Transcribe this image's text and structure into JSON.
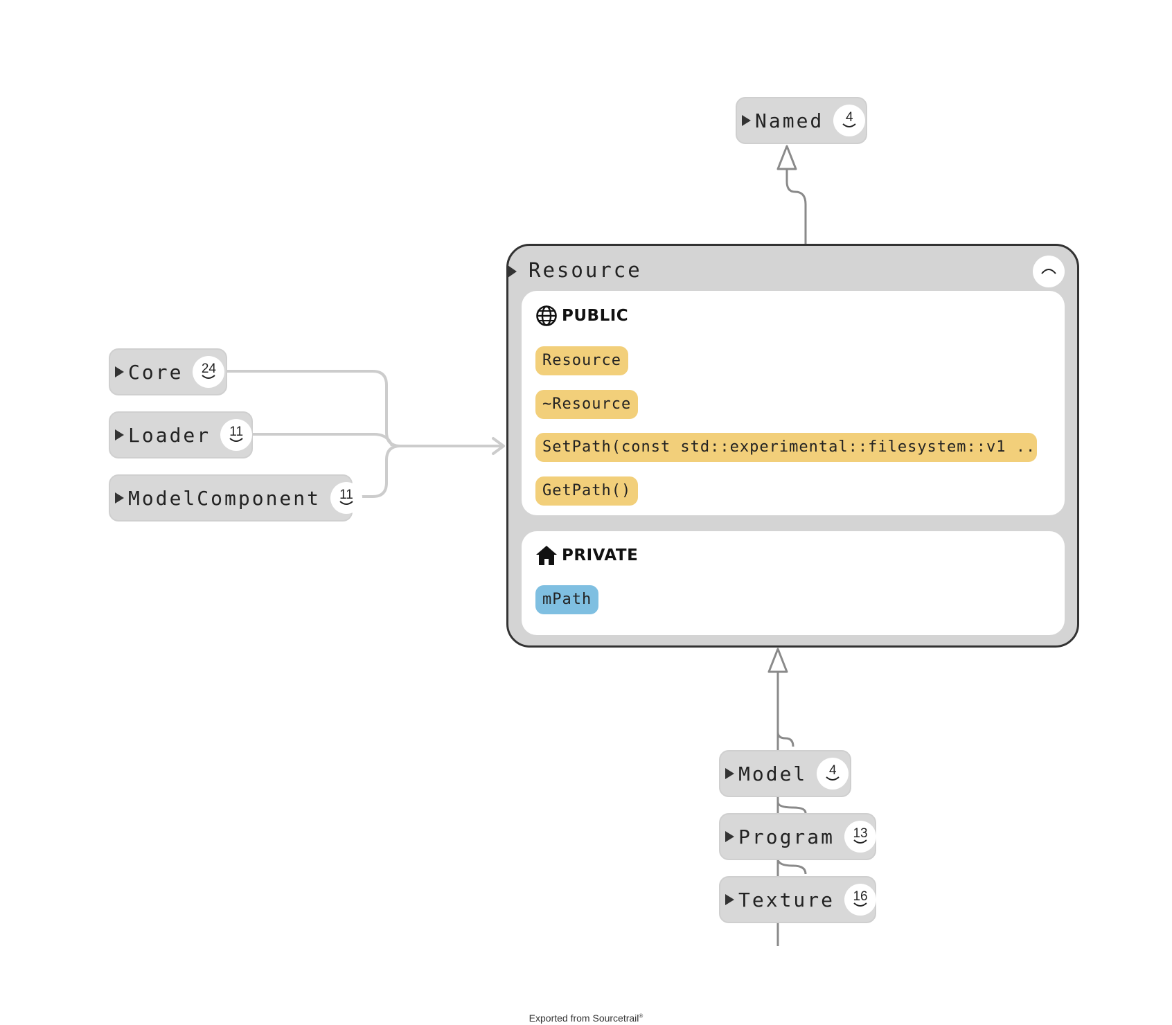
{
  "nodes": {
    "named": {
      "label": "Named",
      "count": "4"
    },
    "core": {
      "label": "Core",
      "count": "24"
    },
    "loader": {
      "label": "Loader",
      "count": "11"
    },
    "model_component": {
      "label": "ModelComponent",
      "count": "11"
    },
    "model": {
      "label": "Model",
      "count": "4"
    },
    "program": {
      "label": "Program",
      "count": "13"
    },
    "texture": {
      "label": "Texture",
      "count": "16"
    }
  },
  "resource": {
    "title": "Resource",
    "public": {
      "heading": "PUBLIC",
      "members": [
        "Resource",
        "~Resource",
        "SetPath(const std::experimental::filesystem::v1 ...",
        "GetPath()"
      ]
    },
    "private": {
      "heading": "PRIVATE",
      "members": [
        "mPath"
      ]
    }
  },
  "colors": {
    "function_pill": "#f2cf7a",
    "variable_pill": "#7fbfe1",
    "node_bg": "#d8d8d8",
    "edge_inheritance": "#8a8a8a",
    "edge_usage": "#cccccc"
  },
  "footer": {
    "text": "Exported from Sourcetrail",
    "mark": "®"
  }
}
